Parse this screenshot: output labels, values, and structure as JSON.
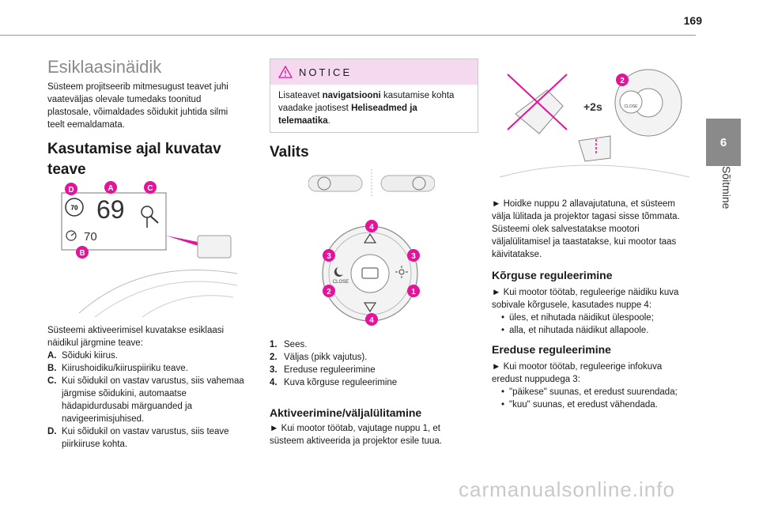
{
  "page_number": "169",
  "side_tab": {
    "number": "6",
    "label": "Sõitmine"
  },
  "col1": {
    "title": "Esiklaasinäidik",
    "intro": "Süsteem projitseerib mitmesugust teavet juhi vaateväljas olevale tumedaks toonitud plastosale, võimaldades sõidukit juhtida silmi teelt eemaldamata.",
    "subtitle": "Kasutamise ajal kuvatav teave",
    "figure": {
      "speed": "69",
      "limit_sign": "70",
      "limit_value": "70",
      "labels": [
        "D",
        "A",
        "C",
        "B"
      ]
    },
    "desc": "Süsteemi aktiveerimisel kuvatakse esiklaasi näidikul järgmine teave:",
    "items": [
      {
        "key": "A.",
        "text": "Sõiduki kiirus."
      },
      {
        "key": "B.",
        "text": "Kiirushoidiku/kiiruspiiriku teave."
      },
      {
        "key": "C.",
        "text": "Kui sõidukil on vastav varustus, siis vahemaa järgmise sõidukini, automaatse hädapidurdusabi märguanded ja navigeerimisjuhised."
      },
      {
        "key": "D.",
        "text": "Kui sõidukil on vastav varustus, siis teave piirkiiruse kohta."
      }
    ]
  },
  "col2": {
    "notice": {
      "title": "NOTICE",
      "body_pre": "Lisateavet ",
      "body_b1": "navigatsiooni",
      "body_mid": " kasutamise kohta vaadake jaotisest ",
      "body_b2": "Heliseadmed ja telemaatika",
      "body_post": "."
    },
    "valits_title": "Valits",
    "control": {
      "close_label": "CLOSE",
      "callouts": [
        "4",
        "3",
        "3",
        "2",
        "1",
        "4"
      ]
    },
    "items": [
      {
        "key": "1.",
        "text": "Sees."
      },
      {
        "key": "2.",
        "text": "Väljas (pikk vajutus)."
      },
      {
        "key": "3.",
        "text": "Ereduse reguleerimine"
      },
      {
        "key": "4.",
        "text": "Kuva kõrguse reguleerimine"
      }
    ],
    "activation_title": "Aktiveerimine/väljalülitamine",
    "activation_text": "► Kui mootor töötab, vajutage nuppu 1, et süsteem aktiveerida ja projektor esile tuua."
  },
  "col3": {
    "figure": {
      "callout": "2",
      "hold": "+2s",
      "close_label": "CLOSE"
    },
    "deactivate_text": "► Hoidke nuppu 2 allavajutatuna, et süsteem välja lülitada ja projektor tagasi sisse tõmmata. Süsteemi olek salvestatakse mootori väljalülitamisel ja taastatakse, kui mootor taas käivitatakse.",
    "height_title": "Kõrguse reguleerimine",
    "height_text": "► Kui mootor töötab, reguleerige näidiku kuva sobivale kõrgusele, kasutades nuppe 4:",
    "height_bullets": [
      "üles, et nihutada näidikut ülespoole;",
      "alla, et nihutada näidikut allapoole."
    ],
    "bright_title": "Ereduse reguleerimine",
    "bright_text": "► Kui mootor töötab, reguleerige infokuva eredust nuppudega 3:",
    "bright_bullets": [
      "\"päikese\" suunas, et eredust suurendada;",
      "\"kuu\" suunas, et eredust vähendada."
    ]
  },
  "watermark": "carmanualsonline.info",
  "colors": {
    "accent_pink": "#e2149a",
    "notice_bg": "#f4d9ef",
    "tab_gray": "#8a8a8a"
  }
}
